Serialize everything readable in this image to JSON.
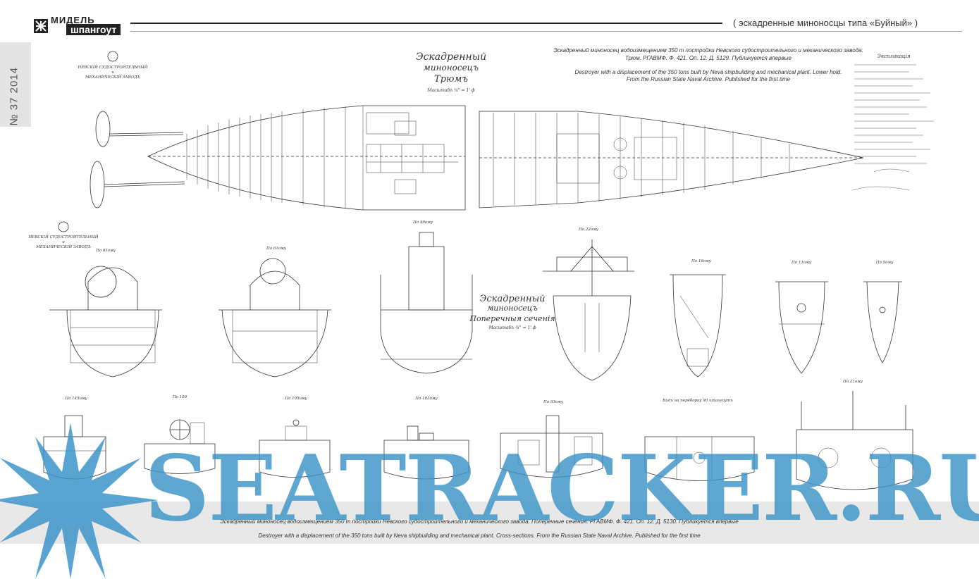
{
  "header": {
    "logo_top": "МИДЕЛЬ",
    "logo_bottom": "шпангоут",
    "section_title": "( эскадренные миноносцы типа «Буйный» )"
  },
  "side": {
    "issue": "№ 37   2014"
  },
  "plan_caption": {
    "ru_line1": "Эскадренный миноносец водоизмещением 350 т постройки Невского судостроительного и механического завода.",
    "ru_line2": "Трюм. РГАВМФ. Ф. 421. Оп. 12. Д. 5129. Публикуется впервые",
    "en_line1": "Destroyer with a displacement of the 350 tons built by Neva shipbuilding and mechanical plant. Lower hold.",
    "en_line2": "From the Russian State Naval Archive. Published for the first time"
  },
  "sections_caption": {
    "ru": "Эскадренный миноносец водоизмещением 350 т постройки Невского судостроительного и механического завода. Поперечные сечения. РГАВМФ. Ф. 421. Оп. 12. Д. 5130. Публикуется впервые",
    "en": "Destroyer with a displacement of the 350 tons built by Neva shipbuilding and mechanical plant. Cross-sections. From the Russian State Naval Archive. Published for the first time"
  },
  "drawing_text": {
    "plant1": "НЕВСКІЙ СУДОСТРОИТЕЛЬНЫЙ",
    "plant2": "и",
    "plant3": "МЕХАНИЧЕСКІЙ ЗАВОДЪ",
    "title_plan1": "Эскадренный",
    "title_plan2": "миноносецъ",
    "title_plan3": "Трюмъ",
    "scale": "Масштабъ ¼\" = 1' ф",
    "title_sec1": "Эскадренный",
    "title_sec2": "миноносецъ",
    "title_sec3": "Поперечныя сеченія",
    "legend_title": "Экспликація",
    "frame_labels": [
      "По 61ому",
      "По 61ому",
      "По 49ому",
      "По 22ому",
      "По 16ому",
      "По 11ому",
      "По 5ому",
      "По 145ому",
      "По 109",
      "По 105ому",
      "По 103ому",
      "По 93ому",
      "Видъ на переборку 90 шпангоутъ",
      "По 21ому"
    ]
  },
  "watermark": "SEATRACKER.RU",
  "colors": {
    "watermark": "#3c94c8",
    "band": "#e8e8e8",
    "ink": "#333333"
  }
}
